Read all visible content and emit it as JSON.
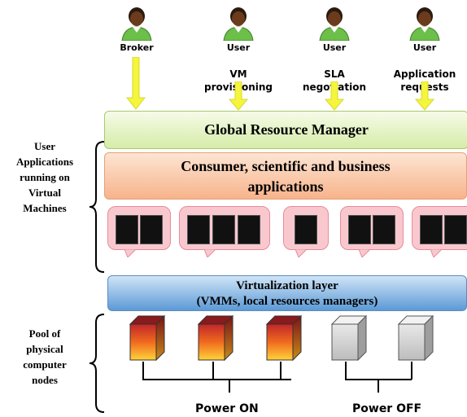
{
  "actors": [
    {
      "label": "Broker",
      "desc": ""
    },
    {
      "label": "User",
      "desc": "VM\nprovisioning"
    },
    {
      "label": "User",
      "desc": "SLA\nnegotiation"
    },
    {
      "label": "User",
      "desc": "Application\nrequests"
    }
  ],
  "layers": {
    "global_manager": "Global Resource Manager",
    "applications_line1": "Consumer, scientific and business",
    "applications_line2": "applications",
    "virtualization_line1": "Virtualization layer",
    "virtualization_line2": "(VMMs, local resources managers)"
  },
  "left_labels": {
    "user_apps": "User\nApplications\nrunning on\nVirtual\nMachines",
    "pool": "Pool of\nphysical\ncomputer\nnodes"
  },
  "power": {
    "on": "Power ON",
    "off": "Power OFF"
  },
  "colors": {
    "user_green": "#6cc04a",
    "arrow_yellow": "#f5f53c",
    "server_on_top": "#c0262a",
    "server_on_bottom": "#ffd23a",
    "server_off": "#cfcfcf"
  }
}
